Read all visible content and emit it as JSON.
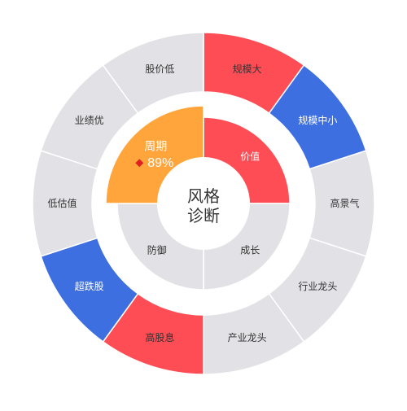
{
  "colors": {
    "red": "#FF4D55",
    "blue": "#3D6FE0",
    "orange": "#FFA53C",
    "gray": "#E1E1E6",
    "text_dark": "#333333",
    "text_light": "#ffffff",
    "marker": "#E02020"
  },
  "center": {
    "line1": "风格",
    "line2": "诊断"
  },
  "inner_ring": [
    {
      "label": "价值",
      "color": "red",
      "text": "light"
    },
    {
      "label": "成长",
      "color": "gray",
      "text": "dark"
    },
    {
      "label": "防御",
      "color": "gray",
      "text": "dark"
    },
    {
      "label": "周期",
      "value": "89%",
      "color": "orange",
      "text": "light",
      "highlighted": true
    }
  ],
  "outer_ring": [
    {
      "label": "规模大",
      "color": "red",
      "text": "dark"
    },
    {
      "label": "规模中小",
      "color": "blue",
      "text": "light"
    },
    {
      "label": "高景气",
      "color": "gray",
      "text": "dark"
    },
    {
      "label": "行业龙头",
      "color": "gray",
      "text": "dark"
    },
    {
      "label": "产业龙头",
      "color": "gray",
      "text": "dark"
    },
    {
      "label": "高股息",
      "color": "red",
      "text": "dark"
    },
    {
      "label": "超跌股",
      "color": "blue",
      "text": "light"
    },
    {
      "label": "低估值",
      "color": "gray",
      "text": "dark"
    },
    {
      "label": "业绩优",
      "color": "gray",
      "text": "dark"
    },
    {
      "label": "股价低",
      "color": "gray",
      "text": "dark"
    }
  ]
}
